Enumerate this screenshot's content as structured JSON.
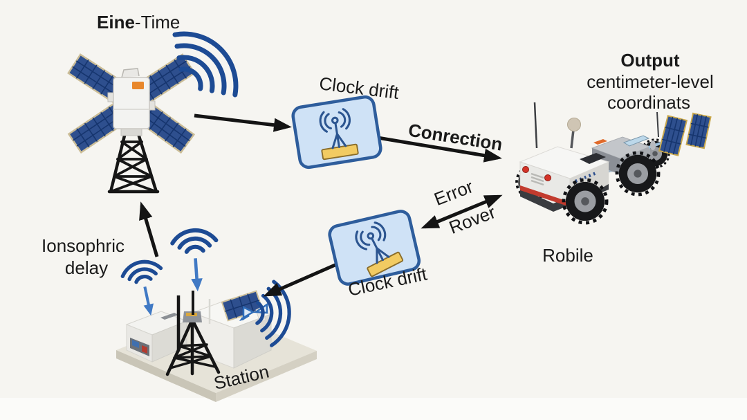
{
  "scene": {
    "description": "RTK GNSS correction flow diagram with satellite, correction boxes, rover and base station"
  },
  "satellite": {
    "title_bold": "Eine",
    "title_rest": "-Time"
  },
  "boxes": {
    "top": {
      "label": "Clock drift"
    },
    "bottom": {
      "label": "Clock drift"
    }
  },
  "arrows": {
    "correction": {
      "label": "Conrection"
    },
    "error": {
      "label_top": "Error",
      "label_bottom": "Rover"
    }
  },
  "output": {
    "line1": "Output",
    "line2": "centimeter-level",
    "line3": "coordinats"
  },
  "rover": {
    "label": "Robile"
  },
  "ionospheric": {
    "line1": "Ionsophric",
    "line2": "delay"
  },
  "station": {
    "label": "Station"
  },
  "edges": [
    {
      "from": "satellite",
      "to": "clock-drift-top",
      "label": ""
    },
    {
      "from": "clock-drift-top",
      "to": "rover",
      "label": "Conrection"
    },
    {
      "from": "rover",
      "to": "clock-drift-bottom",
      "label": "Error / Rover",
      "bidirectional": true
    },
    {
      "from": "clock-drift-bottom",
      "to": "station",
      "label": ""
    },
    {
      "from": "station",
      "to": "satellite",
      "label": "Ionsophric delay"
    }
  ],
  "icons": {
    "satellite-icon": "satellite with four solar wings on black lattice tower",
    "wifi-signal-icon": "concentric dark-blue arcs",
    "wifi-downlink-icon": "blue arcs with downward arrow",
    "antenna-box-icon": "antenna with signal arcs on yellow base inside blue rounded box",
    "rover-icon": "white four-wheel robotic rover with mast and mini solar panels",
    "base-station-icon": "isometric ground station with tripod tower, equipment box and solar panel",
    "bowtie-antenna-icon": "small blue dish doodle",
    "arrow-icon": "black connector arrow"
  },
  "colors": {
    "background": "#f6f5f1",
    "arrow_black": "#141414",
    "box_fill": "#cfe2f6",
    "box_border": "#2e5d9c",
    "signal_blue": "#1d4b94",
    "signal_light_blue": "#4079c4",
    "solar_panel_blue": "#2e4f8e",
    "panel_frame_beige": "#cbbd97",
    "antenna_base_yellow": "#f2cb62",
    "rover_red": "#c23b2e",
    "text": "#1a1a1a"
  }
}
